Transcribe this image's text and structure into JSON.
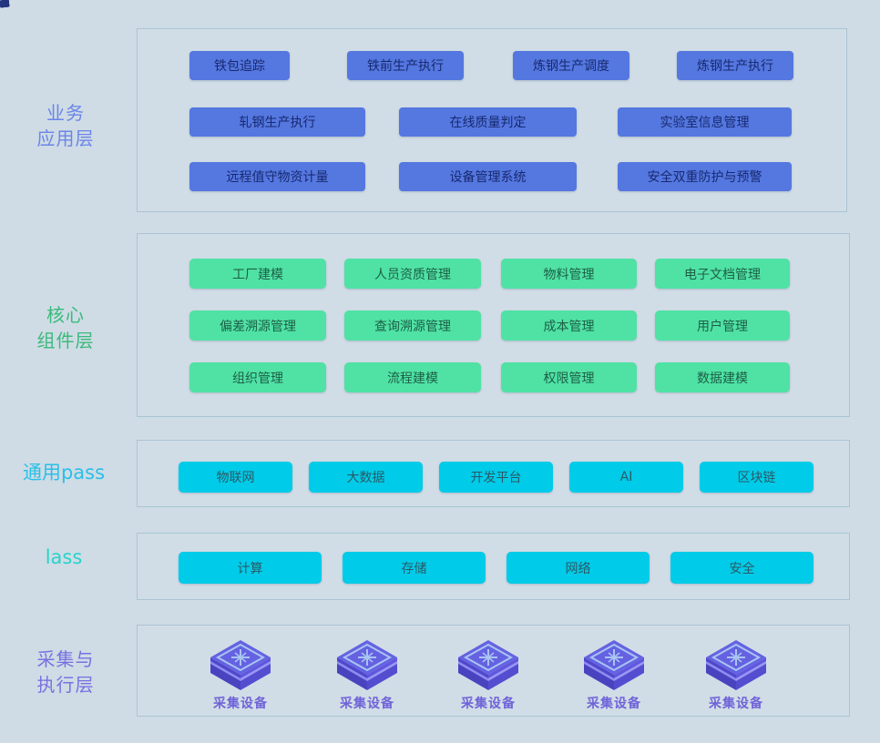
{
  "colors": {
    "background": "#cfdce5",
    "panel_border": "#a9c4d3",
    "business_button": "#5477e0",
    "business_text": "#182a70",
    "business_label": "#6b85e8",
    "core_button": "#4fe2a4",
    "core_text": "#1d5f46",
    "core_label": "#3bba7c",
    "paas_button": "#00cbe8",
    "paas_text": "#2b5a66",
    "paas_label": "#29bfe8",
    "iaas_label": "#28d2cc",
    "collect_label": "#7a70e2",
    "device_label": "#6f63d8",
    "edge_marks": "#23357f",
    "cube_top": "#6562e2",
    "cube_side_dark": "#4a43c0",
    "cube_side_light": "#5a52d8",
    "cube_glyph": "#a9c4f2"
  },
  "layers": [
    {
      "name": "business-application",
      "label_lines": [
        "业务",
        "应用层"
      ],
      "rows": [
        [
          "铁包追踪",
          "铁前生产执行",
          "炼钢生产调度",
          "炼钢生产执行"
        ],
        [
          "轧钢生产执行",
          "在线质量判定",
          "实验室信息管理"
        ],
        [
          "远程值守物资计量",
          "设备管理系统",
          "安全双重防护与预警"
        ]
      ]
    },
    {
      "name": "core-components",
      "label_lines": [
        "核心",
        "组件层"
      ],
      "rows": [
        [
          "工厂建模",
          "人员资质管理",
          "物料管理",
          "电子文档管理"
        ],
        [
          "偏差溯源管理",
          "查询溯源管理",
          "成本管理",
          "用户管理"
        ],
        [
          "组织管理",
          "流程建模",
          "权限管理",
          "数据建模"
        ]
      ]
    },
    {
      "name": "general-paas",
      "label_lines": [
        "通用pass"
      ],
      "rows": [
        [
          "物联网",
          "大数据",
          "开发平台",
          "AI",
          "区块链"
        ]
      ]
    },
    {
      "name": "iaas",
      "label_lines": [
        "lass"
      ],
      "rows": [
        [
          "计算",
          "存储",
          "网络",
          "安全"
        ]
      ]
    },
    {
      "name": "collection-execution",
      "label_lines": [
        "采集与",
        "执行层"
      ],
      "devices": [
        "采集设备",
        "采集设备",
        "采集设备",
        "采集设备",
        "采集设备"
      ]
    }
  ]
}
